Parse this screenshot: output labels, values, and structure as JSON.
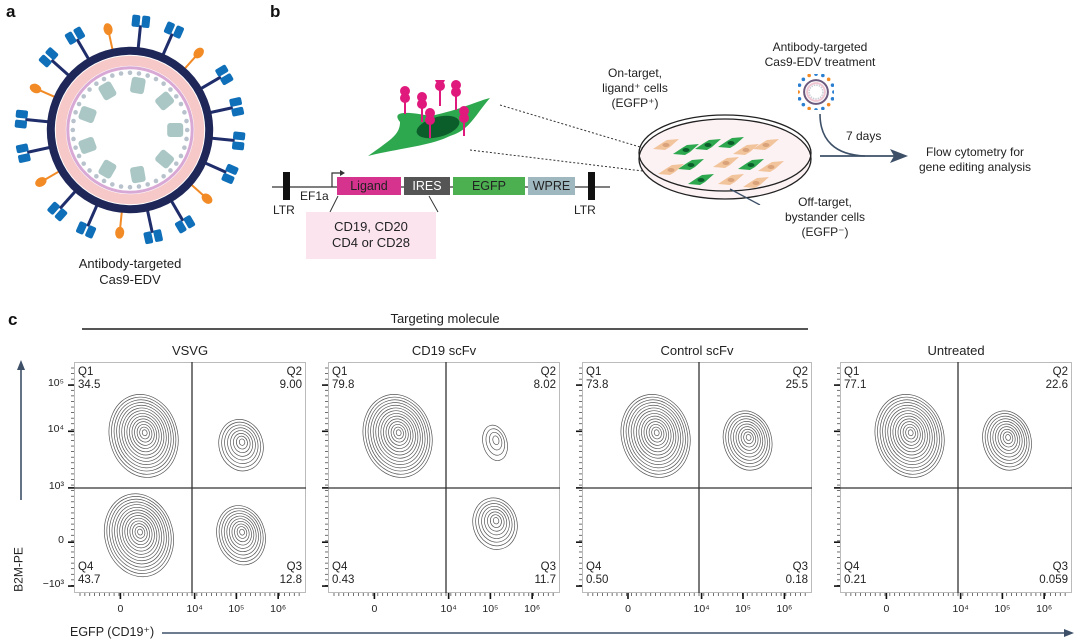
{
  "panel_a": {
    "letter": "a",
    "caption_line1": "Antibody-targeted",
    "caption_line2": "Cas9-EDV"
  },
  "panel_b": {
    "letter": "b",
    "construct": {
      "ltr_left": "LTR",
      "promoter": "EF1a",
      "segments": [
        {
          "label": "Ligand",
          "color": "#d6338f"
        },
        {
          "label": "IRES",
          "color": "#555555"
        },
        {
          "label": "EGFP",
          "color": "#4caf50"
        },
        {
          "label": "WPRE",
          "color": "#9fb8c0"
        }
      ],
      "ltr_right": "LTR",
      "ligand_options_line1": "CD19, CD20",
      "ligand_options_line2": "CD4 or CD28"
    },
    "on_target_label": [
      "On-target,",
      "ligand⁺ cells",
      "(EGFP⁺)"
    ],
    "off_target_label": [
      "Off-target,",
      "bystander cells",
      "(EGFP⁻)"
    ],
    "treatment_label": [
      "Antibody-targeted",
      "Cas9-EDV treatment"
    ],
    "duration": "7 days",
    "readout_label": [
      "Flow cytometry for",
      "gene editing analysis"
    ]
  },
  "panel_c": {
    "letter": "c",
    "group_header": "Targeting molecule",
    "y_axis_label": "B2M-PE",
    "x_axis_label": "EGFP (CD19⁺)",
    "y_ticks": [
      "10⁵",
      "10⁴",
      "10³",
      "0",
      "−10³"
    ],
    "x_ticks": [
      "0",
      "10⁴",
      "10⁵",
      "10⁶"
    ]
  },
  "chart_data": [
    {
      "type": "scatter",
      "title": "VSVG",
      "xlabel": "EGFP (CD19⁺)",
      "ylabel": "B2M-PE",
      "quadrants": {
        "Q1": "34.5",
        "Q2": "9.00",
        "Q3": "12.8",
        "Q4": "43.7"
      },
      "populations": [
        {
          "quadrant": "Q1",
          "x": 0.3,
          "y": 0.68,
          "size": "large"
        },
        {
          "quadrant": "Q2",
          "x": 0.72,
          "y": 0.64,
          "size": "small"
        },
        {
          "quadrant": "Q4",
          "x": 0.28,
          "y": 0.25,
          "size": "large"
        },
        {
          "quadrant": "Q3",
          "x": 0.72,
          "y": 0.25,
          "size": "medium"
        }
      ]
    },
    {
      "type": "scatter",
      "title": "CD19 scFv",
      "xlabel": "EGFP (CD19⁺)",
      "ylabel": "B2M-PE",
      "quadrants": {
        "Q1": "79.8",
        "Q2": "8.02",
        "Q3": "11.7",
        "Q4": "0.43"
      },
      "populations": [
        {
          "quadrant": "Q1",
          "x": 0.3,
          "y": 0.68,
          "size": "large"
        },
        {
          "quadrant": "Q2",
          "x": 0.72,
          "y": 0.65,
          "size": "tiny"
        },
        {
          "quadrant": "Q3",
          "x": 0.72,
          "y": 0.3,
          "size": "small"
        }
      ]
    },
    {
      "type": "scatter",
      "title": "Control scFv",
      "xlabel": "EGFP (CD19⁺)",
      "ylabel": "B2M-PE",
      "quadrants": {
        "Q1": "73.8",
        "Q2": "25.5",
        "Q3": "0.18",
        "Q4": "0.50"
      },
      "populations": [
        {
          "quadrant": "Q1",
          "x": 0.32,
          "y": 0.68,
          "size": "large"
        },
        {
          "quadrant": "Q2",
          "x": 0.72,
          "y": 0.66,
          "size": "medium"
        }
      ]
    },
    {
      "type": "scatter",
      "title": "Untreated",
      "xlabel": "EGFP (CD19⁺)",
      "ylabel": "B2M-PE",
      "quadrants": {
        "Q1": "77.1",
        "Q2": "22.6",
        "Q3": "0.059",
        "Q4": "0.21"
      },
      "populations": [
        {
          "quadrant": "Q1",
          "x": 0.3,
          "y": 0.68,
          "size": "large"
        },
        {
          "quadrant": "Q2",
          "x": 0.72,
          "y": 0.66,
          "size": "medium"
        }
      ]
    }
  ]
}
